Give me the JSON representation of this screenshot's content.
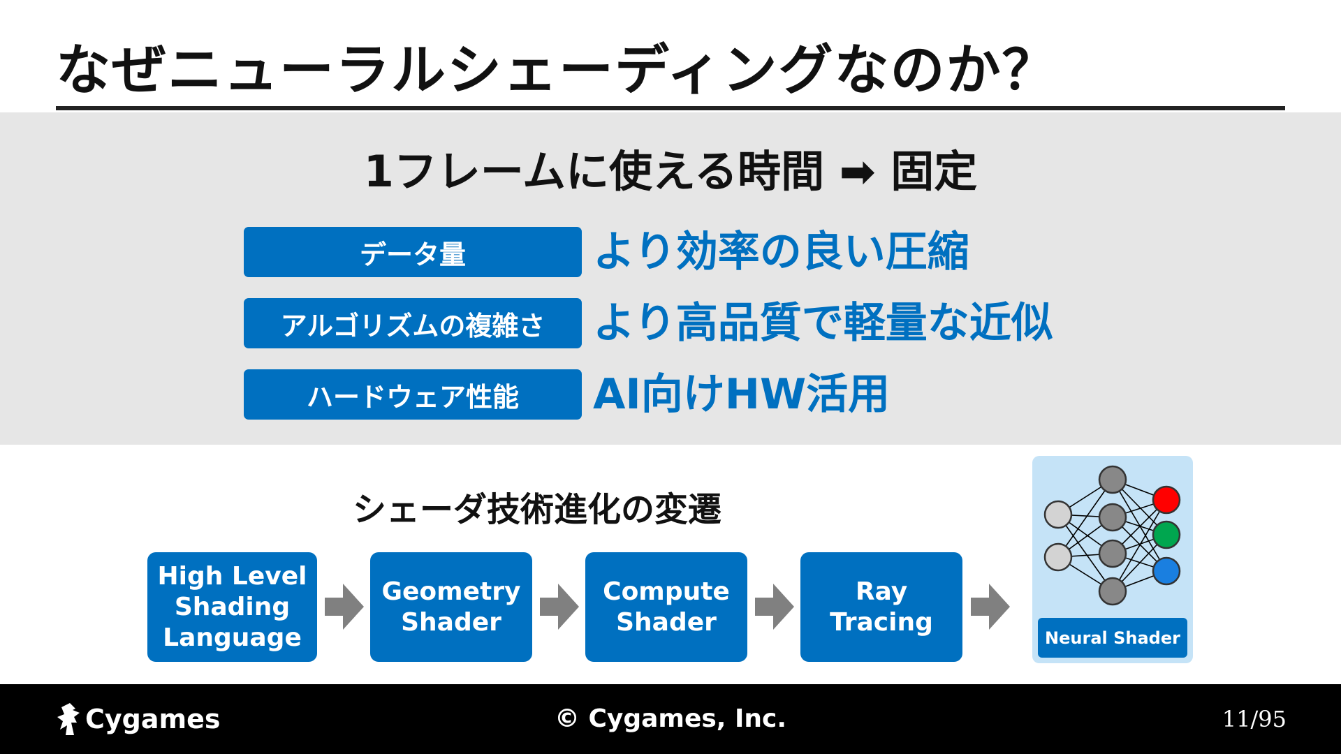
{
  "slide": {
    "title": "なぜニューラルシェーディングなのか？",
    "subheading": "1フレームに使える時間 ➡ 固定",
    "rows": [
      {
        "label": "データ量",
        "value": "より効率の良い圧縮"
      },
      {
        "label": "アルゴリズムの複雑さ",
        "value": "より高品質で軽量な近似"
      },
      {
        "label": "ハードウェア性能",
        "value": "AI向けHW活用"
      }
    ],
    "evolution": {
      "title": "シェーダ技術進化の変遷",
      "stages": [
        {
          "lines": [
            "High Level",
            "Shading",
            "Language"
          ]
        },
        {
          "lines": [
            "Geometry",
            "Shader"
          ]
        },
        {
          "lines": [
            "Compute",
            "Shader"
          ]
        },
        {
          "lines": [
            "Ray",
            "Tracing"
          ]
        }
      ],
      "neural_label": "Neural Shader"
    }
  },
  "colors": {
    "accent": "#0070c0",
    "band": "#e6e6e6",
    "arrow": "#808080",
    "neural_panel": "#c5e3f7",
    "node_input": "#d3d3d3",
    "node_hidden": "#888888",
    "node_red": "#ff0000",
    "node_green": "#00a64f",
    "node_blue": "#1a7fe0"
  },
  "footer": {
    "logo": "Cygames",
    "copyright": "© Cygames, Inc.",
    "page": "11/95"
  }
}
